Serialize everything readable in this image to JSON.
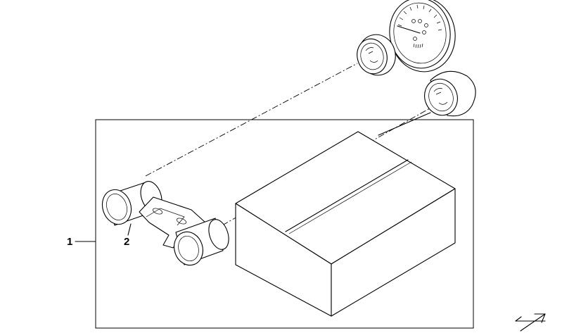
{
  "diagram": {
    "callouts": [
      {
        "id": "1",
        "label": "1"
      },
      {
        "id": "2",
        "label": "2"
      }
    ],
    "parts": [
      "gauge-holder",
      "packaging-box",
      "speedometer",
      "small-gauge-left",
      "small-gauge-right",
      "corner-symbol"
    ]
  }
}
